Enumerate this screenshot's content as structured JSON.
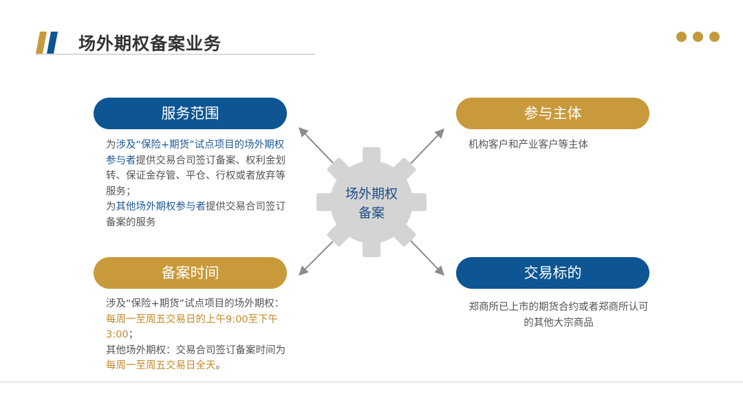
{
  "header": {
    "title": "场外期权备案业务",
    "brand_colors": {
      "blue": "#0d5593",
      "gold": "#c99a3b"
    }
  },
  "center": {
    "line1": "场外期权",
    "line2": "备案"
  },
  "service_scope": {
    "heading": "服务范围",
    "s1": "为",
    "s2": "涉及“保险+期货”试点项目的场外期权参与者",
    "s3": "提供交易合司签订备案、权利金划转、保证金存管、平仓、行权或者放弃等服务；",
    "s4": "为",
    "s5": "其他场外期权参与者",
    "s6": "提供交易合司签订备案的服务"
  },
  "participants": {
    "heading": "参与主体",
    "text": "机构客户和产业客户等主体"
  },
  "filing_time": {
    "heading": "备案时间",
    "s1": "涉及“保险+期货”试点项目的场外期权：",
    "s2": "每周一至周五交易日的上午9:00至下午3:00",
    "s3": "；",
    "s4": "其他场外期权：交易合司签订备案时间为",
    "s5": "每周一至周五交易日全天",
    "s6": "。"
  },
  "underlying": {
    "heading": "交易标的",
    "text": "郑商所已上市的期货合约或者郑商所认可的其他大宗商品"
  }
}
